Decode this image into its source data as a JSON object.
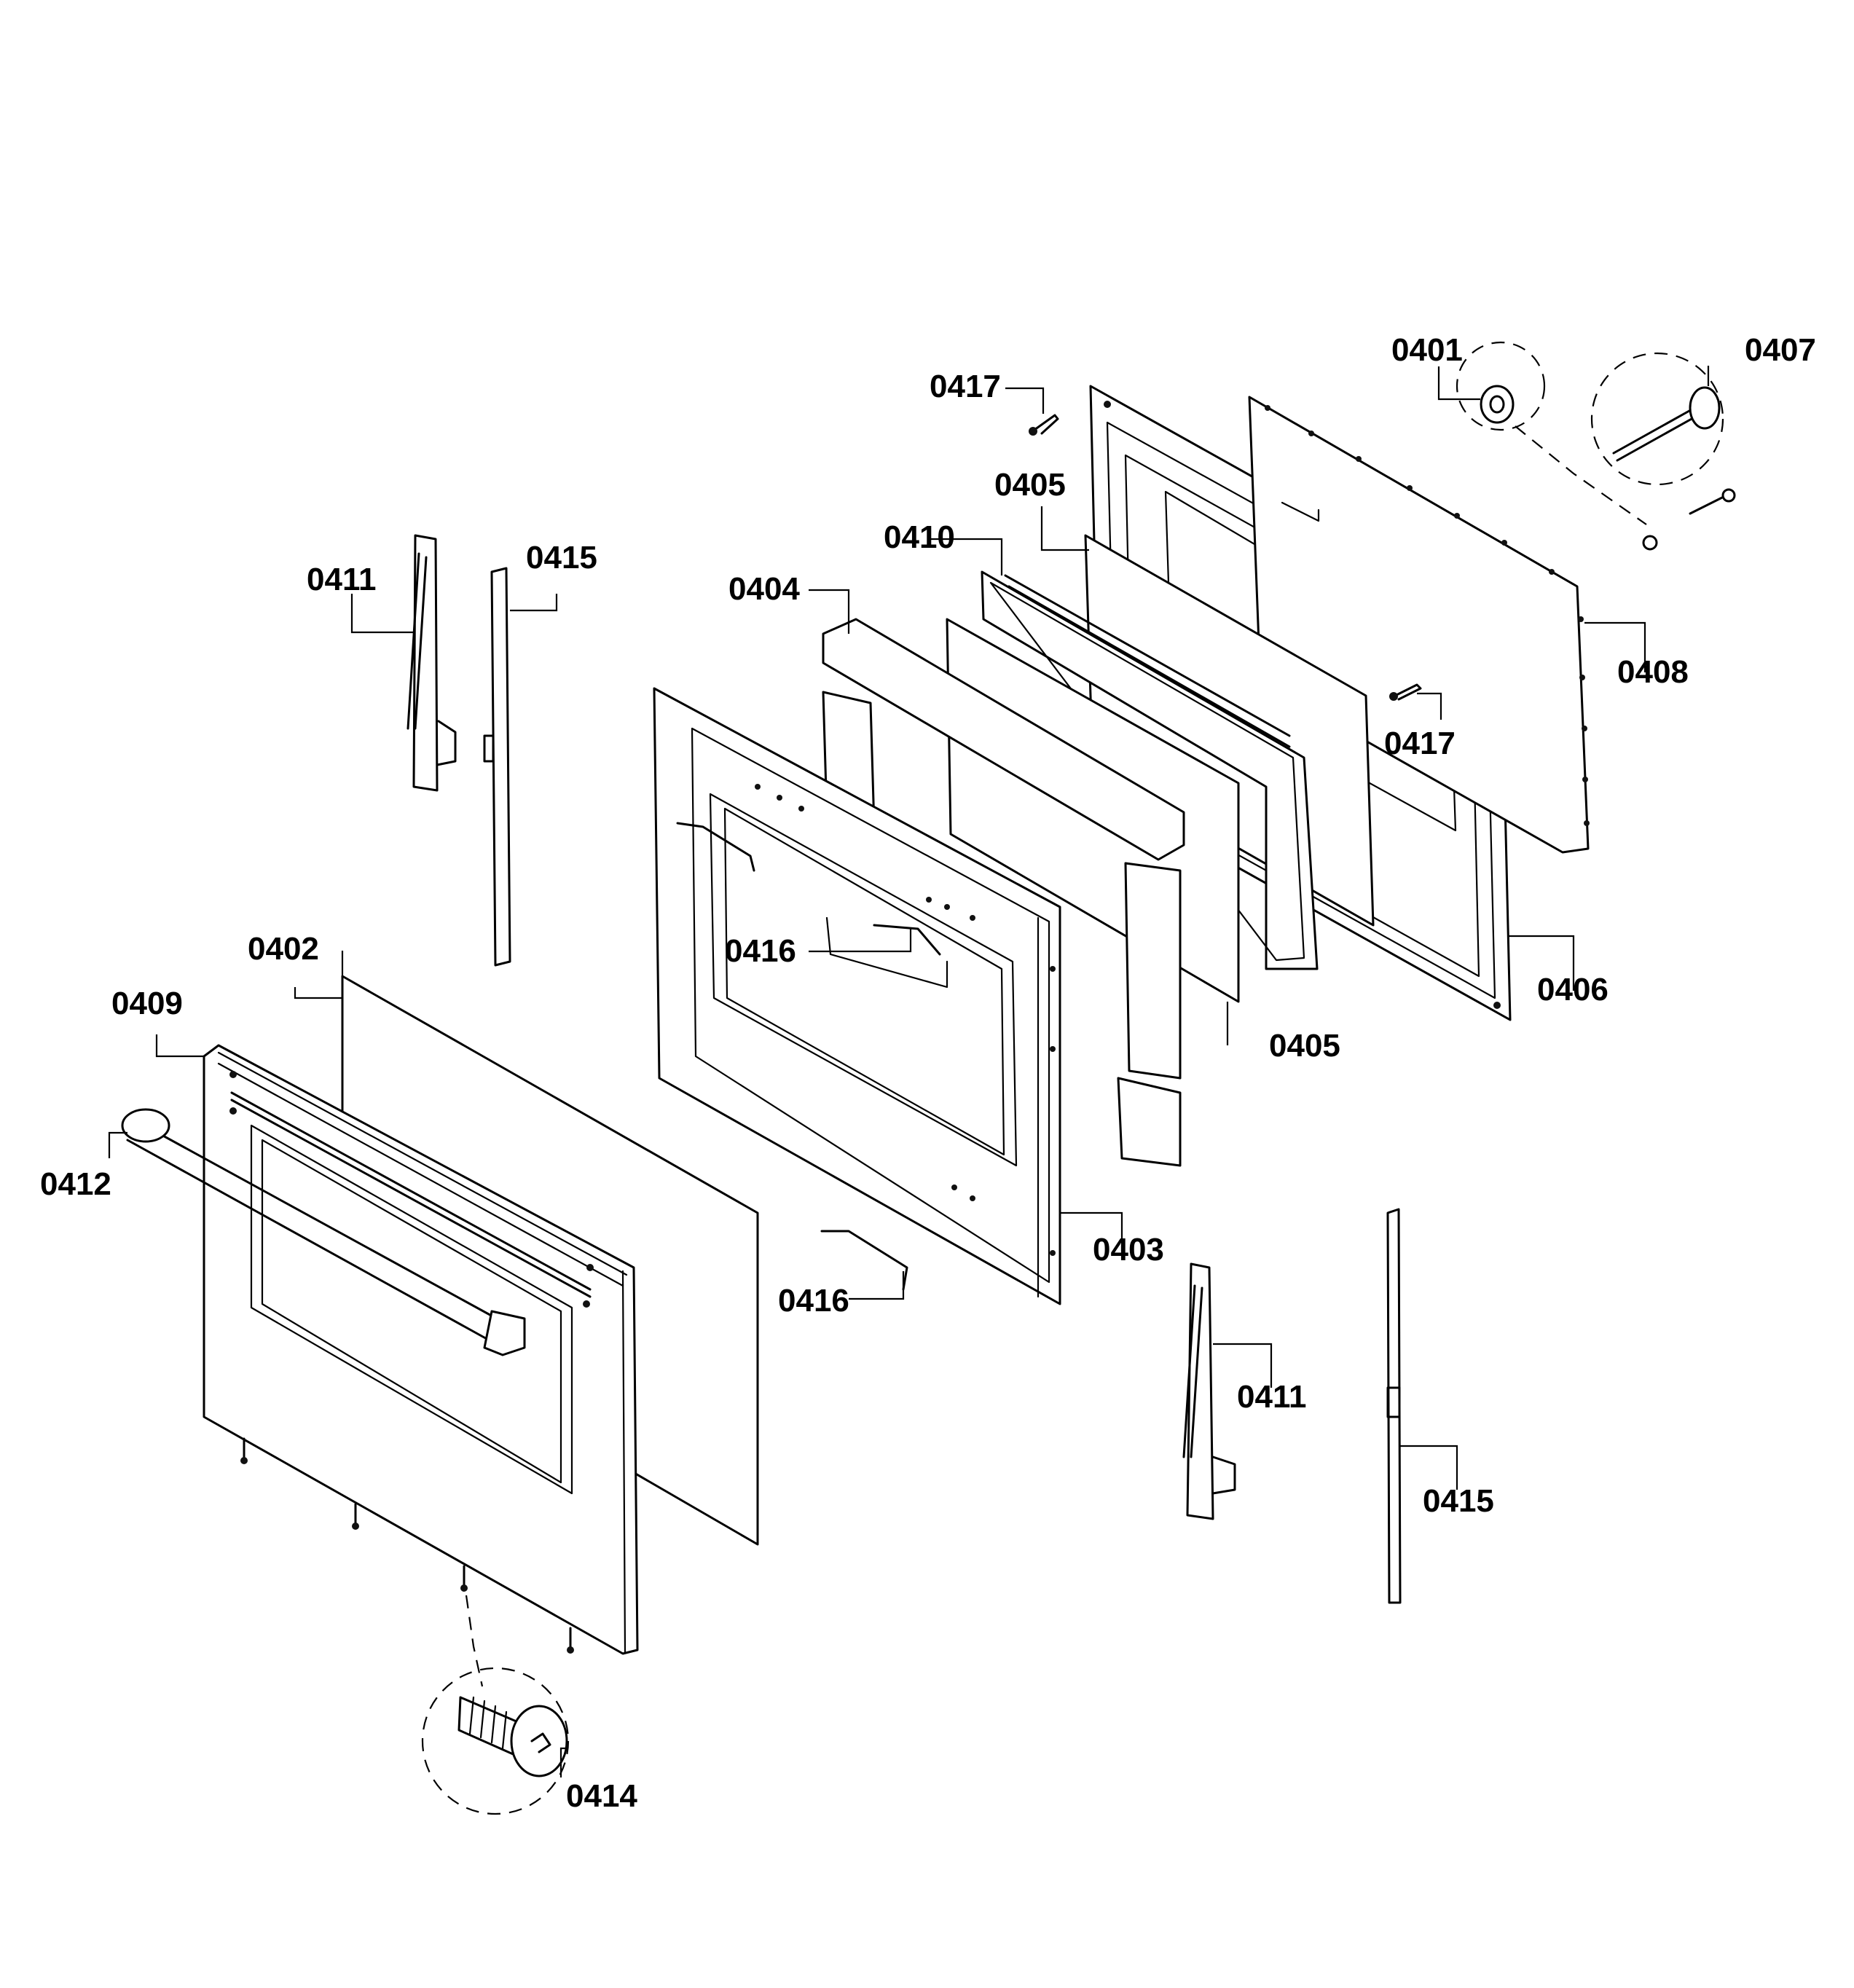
{
  "diagram": {
    "labels": {
      "p0401": "0401",
      "p0402": "0402",
      "p0403": "0403",
      "p0404": "0404",
      "p0405a": "0405",
      "p0405b": "0405",
      "p0406": "0406",
      "p0407": "0407",
      "p0408": "0408",
      "p0409": "0409",
      "p0410": "0410",
      "p0411a": "0411",
      "p0411b": "0411",
      "p0412": "0412",
      "p0414": "0414",
      "p0415a": "0415",
      "p0415b": "0415",
      "p0416a": "0416",
      "p0416b": "0416",
      "p0417a": "0417",
      "p0417b": "0417"
    },
    "line_color": "#000000",
    "background_color": "#ffffff"
  }
}
